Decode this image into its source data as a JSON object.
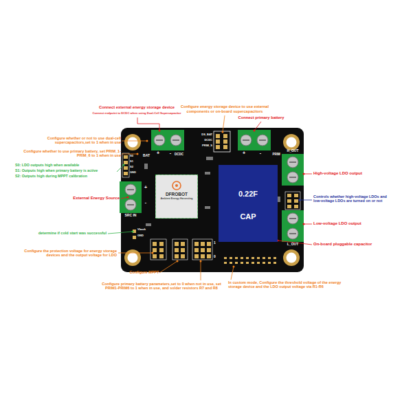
{
  "diagram": {
    "nodes": [
      {
        "text": [
          "DFROBOT",
          "Ambient Energy Harvesting"
        ]
      },
      {
        "text": [
          "0.22F",
          "CAP"
        ]
      }
    ],
    "labels": [
      "Connect external energy storage device",
      "Connect endpoint to DCDC when using Dual-Cell Supercapacitor",
      "Configure energy storage device to use external components or on-board supercapacitors",
      "Connect primary battery",
      "Configure whether or not to use dual-cell supercapacitors,set to 1 when in use",
      "Configure whether to use primary battery, set PRIM_1-PRIM_6 to 1 when in use",
      "S0: LDO outputs high when available",
      "S1: Outputs high when primary battery is active",
      "S2: Outputs high during MPPT calibration",
      "External Energy Source",
      "determine if cold start was successful",
      "Configure the protection voltage for energy storage devices and the output voltage for LDO",
      "Configure MPPT",
      "Configure primary battery parameters,set to 0 when not in use, set PRIM1-PRIM6 to 1 when in use, and solder resistors R7 and R8",
      "In custom mode, Configure the threshold voltage of the energy storage device and the LDO output voltage via R1-R6",
      "High-voltage LDO output",
      "Controls whether high-voltage LDOs and low-voltage LDOs are turned on or not",
      "Low-voltage LDO output",
      "On-board pluggable capacitor",
      "BAT",
      "+",
      "-",
      "DCDC",
      "DS_BAT",
      "DCDC",
      "PRIM_S",
      "PRIM",
      "+",
      "-",
      "H_OUT",
      "L_OUT",
      "SRC IN",
      "+",
      "-",
      "S0",
      "S1",
      "S2",
      "GND",
      "Vbuck",
      "GND",
      "1",
      "0"
    ]
  }
}
